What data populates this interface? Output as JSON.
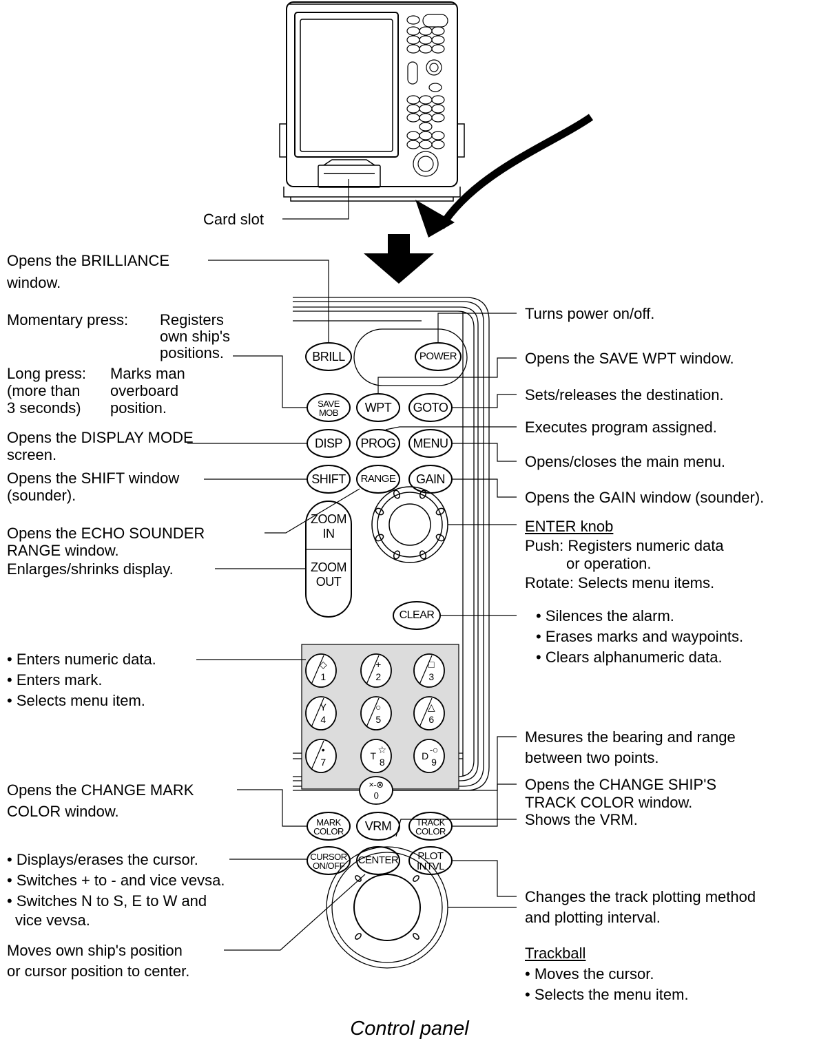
{
  "card_slot_label": "Card slot",
  "caption": "Control panel",
  "buttons": {
    "brill": "BRILL",
    "power": "POWER",
    "save_mob_1": "SAVE",
    "save_mob_2": "MOB",
    "wpt": "WPT",
    "goto": "GOTO",
    "disp": "DISP",
    "prog": "PROG",
    "menu": "MENU",
    "shift": "SHIFT",
    "range": "RANGE",
    "gain": "GAIN",
    "zoom_in_1": "ZOOM",
    "zoom_in_2": "IN",
    "zoom_out_1": "ZOOM",
    "zoom_out_2": "OUT",
    "clear": "CLEAR",
    "mark_color_1": "MARK",
    "mark_color_2": "COLOR",
    "vrm": "VRM",
    "track_color_1": "TRACK",
    "track_color_2": "COLOR",
    "cursor_1": "CURSOR",
    "cursor_2": "ON/OFF",
    "center": "CENTER",
    "plot_1": "PLOT",
    "plot_2": "INTVL"
  },
  "keypad": [
    {
      "num": "1",
      "sym": "◇",
      "pre": ""
    },
    {
      "num": "2",
      "sym": "+",
      "pre": ""
    },
    {
      "num": "3",
      "sym": "□",
      "pre": ""
    },
    {
      "num": "4",
      "sym": "Y",
      "pre": ""
    },
    {
      "num": "5",
      "sym": "○",
      "pre": ""
    },
    {
      "num": "6",
      "sym": "△",
      "pre": ""
    },
    {
      "num": "7",
      "sym": "•",
      "pre": ""
    },
    {
      "num": "8",
      "sym": "☆",
      "pre": "T"
    },
    {
      "num": "9",
      "sym": "-○",
      "pre": "D"
    },
    {
      "num": "0",
      "sym": "×-⊗",
      "pre": ""
    }
  ],
  "left": {
    "brilliance_1": "Opens the BRILLIANCE",
    "brilliance_2": "window.",
    "momentary": "Momentary press:",
    "registers_1": "Registers",
    "registers_2": "own ship's",
    "registers_3": "positions.",
    "long_1": "Long press:",
    "long_2": "(more than",
    "long_3": "3 seconds)",
    "marks_1": "Marks man",
    "marks_2": "overboard",
    "marks_3": "position.",
    "disp_1": "Opens the DISPLAY MODE",
    "disp_2": "screen.",
    "shift_1": "Opens the SHIFT window",
    "shift_2": "(sounder).",
    "echo_1": "Opens the ECHO SOUNDER",
    "echo_2": "RANGE window.",
    "zoom": "Enlarges/shrinks display.",
    "num_1": "• Enters numeric data.",
    "num_2": "• Enters mark.",
    "num_3": "• Selects menu item.",
    "mark_1": "Opens the CHANGE MARK",
    "mark_2": "COLOR window.",
    "cur_1": "• Displays/erases the cursor.",
    "cur_2": "• Switches + to - and vice vevsa.",
    "cur_3": "• Switches N to S, E to W and",
    "cur_4": "vice vevsa.",
    "ctr_1": "Moves own ship's position",
    "ctr_2": "or cursor position to center."
  },
  "right": {
    "power": "Turns power on/off.",
    "wpt": "Opens the SAVE WPT window.",
    "goto": "Sets/releases the destination.",
    "prog": "Executes program assigned.",
    "menu": "Opens/closes the main menu.",
    "gain": "Opens the GAIN window (sounder).",
    "enter_title": "ENTER knob",
    "enter_1": "Push: Registers numeric data",
    "enter_2": "or operation.",
    "enter_3": "Rotate: Selects menu items.",
    "clear_1": "• Silences the alarm.",
    "clear_2": "• Erases marks and waypoints.",
    "clear_3": "• Clears alphanumeric data.",
    "measure_1": "Mesures the bearing and range",
    "measure_2": "between two points.",
    "track_1": "Opens the CHANGE SHIP'S",
    "track_2": "TRACK COLOR window.",
    "vrm": "Shows the VRM.",
    "plot_1": "Changes the track plotting method",
    "plot_2": "and plotting interval.",
    "tb_title": "Trackball",
    "tb_1": "• Moves the cursor.",
    "tb_2": "• Selects the menu item."
  }
}
